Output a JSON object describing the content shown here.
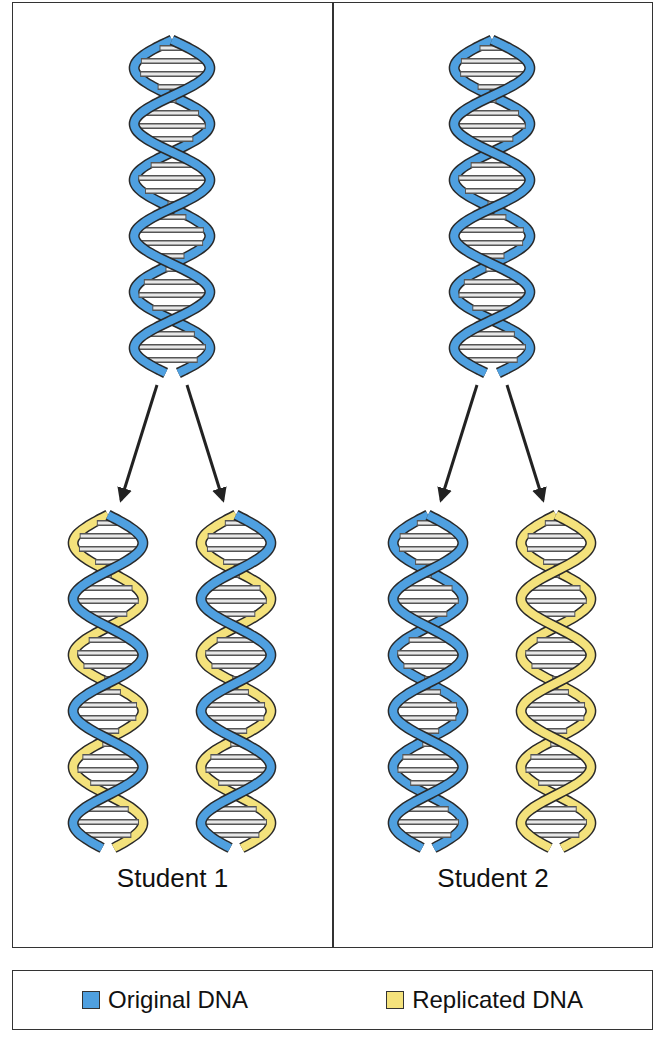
{
  "diagram": {
    "nodes": [
      {
        "text": [
          "Student 1"
        ]
      },
      {
        "text": [
          "Student 2"
        ]
      }
    ],
    "legend": [
      {
        "text": "Original DNA",
        "color": "#4fa0e0"
      },
      {
        "text": "Replicated DNA",
        "color": "#f4e27c"
      }
    ]
  }
}
